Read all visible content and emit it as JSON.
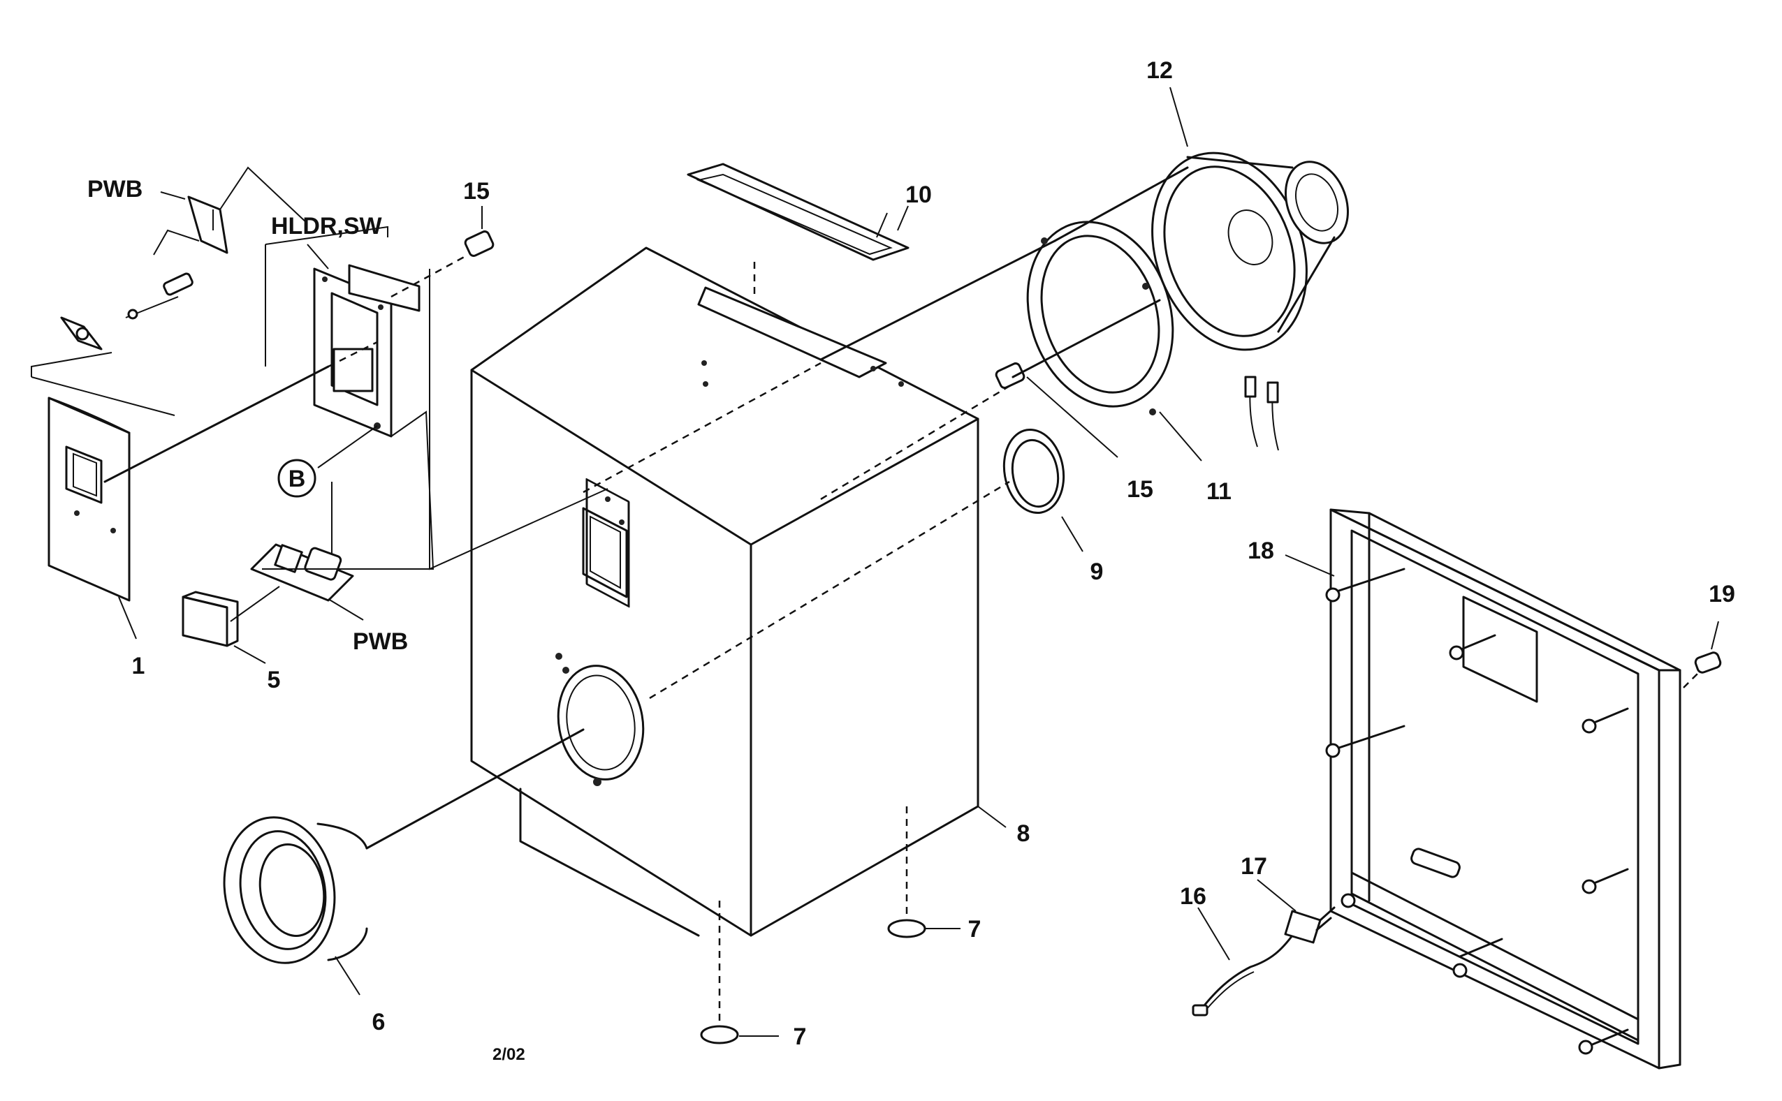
{
  "labels": {
    "pwb_top": "PWB",
    "hldr_sw": "HLDR,SW",
    "pwb_bottom": "PWB",
    "callout_b": "B",
    "date_code": "2/02"
  },
  "part_numbers": {
    "p1": "1",
    "p5": "5",
    "p6": "6",
    "p7a": "7",
    "p7b": "7",
    "p8": "8",
    "p9": "9",
    "p10": "10",
    "p11": "11",
    "p12": "12",
    "p15a": "15",
    "p15b": "15",
    "p16": "16",
    "p17": "17",
    "p18": "18",
    "p19": "19"
  }
}
